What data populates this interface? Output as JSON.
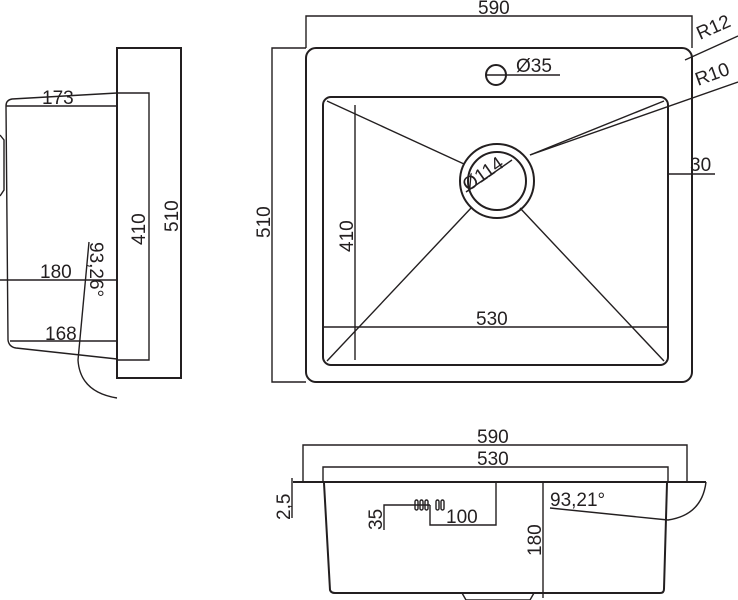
{
  "top_view": {
    "width_overall": "590",
    "depth_overall": "510",
    "bowl_width": "530",
    "bowl_depth": "410",
    "corner_radius_outer": "R12",
    "corner_radius_inner": "R10",
    "tap_hole": "Ø35",
    "drain": "Ø114",
    "edge_offset": "30"
  },
  "side_view": {
    "top_width": "173",
    "mid_width": "180",
    "bottom_width": "168",
    "bowl_depth": "410",
    "depth_overall": "510",
    "angle": "93,26°"
  },
  "front_view": {
    "width_overall": "590",
    "bowl_width": "530",
    "flange_thickness": "2,5",
    "overflow_height": "35",
    "overflow_width": "100",
    "depth": "180",
    "angle": "93,21°"
  },
  "colors": {
    "line": "#231f20",
    "background": "#ffffff"
  }
}
